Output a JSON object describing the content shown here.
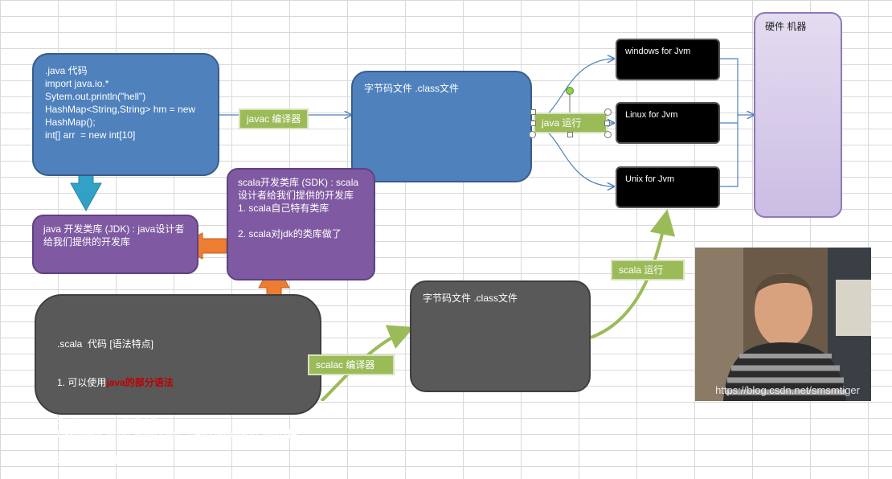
{
  "boxes": {
    "java_code": ".java 代码\nimport java.io.*\nSytem.out.println(\"hell\")\nHashMap<String,String> hm = new HashMap();\nint[] arr  = new int[10]",
    "bytecode_top": "字节码文件 .class文件",
    "jdk_lib": "java 开发类库 (JDK) : java设计者给我们提供的开发库",
    "sdk_lib": "scala开发类库 (SDK) : scala设计者给我们提供的开发库\n1. scala自己特有类库\n\n2. scala对jdk的类库做了",
    "scala_code_line1": ".scala  代码 [语法特点]",
    "scala_code_line2_prefix": "1. 可以使用",
    "scala_code_line2_red": "java的部分语法",
    "scala_code_rest": "System.out.println(\"ok\")\nHashMap<String,String> hm = new HashMap(); //不支持\n\n2. scala 独特 的语法",
    "bytecode_bottom": "字节码文件 .class文件",
    "hardware": "硬件 机器",
    "windows_jvm": "windows for Jvm",
    "linux_jvm": "Linux for Jvm",
    "unix_jvm": "Unix for Jvm"
  },
  "labels": {
    "javac": "javac 编译器",
    "java_run": "java 运行",
    "scala_run": "scala 运行",
    "scalac": "scalac 编译器"
  },
  "photo": {
    "watermark": "https://blog.csdn.net/smsmtiger"
  },
  "colors": {
    "blue_box": "#4f81bd",
    "purple_box": "#7f5aa2",
    "dark_box": "#595959",
    "green_label": "#9bbb59",
    "lavender_box": "#cbbde4",
    "teal_arrow": "#31a2c6",
    "orange_arrow": "#ed7d31"
  }
}
